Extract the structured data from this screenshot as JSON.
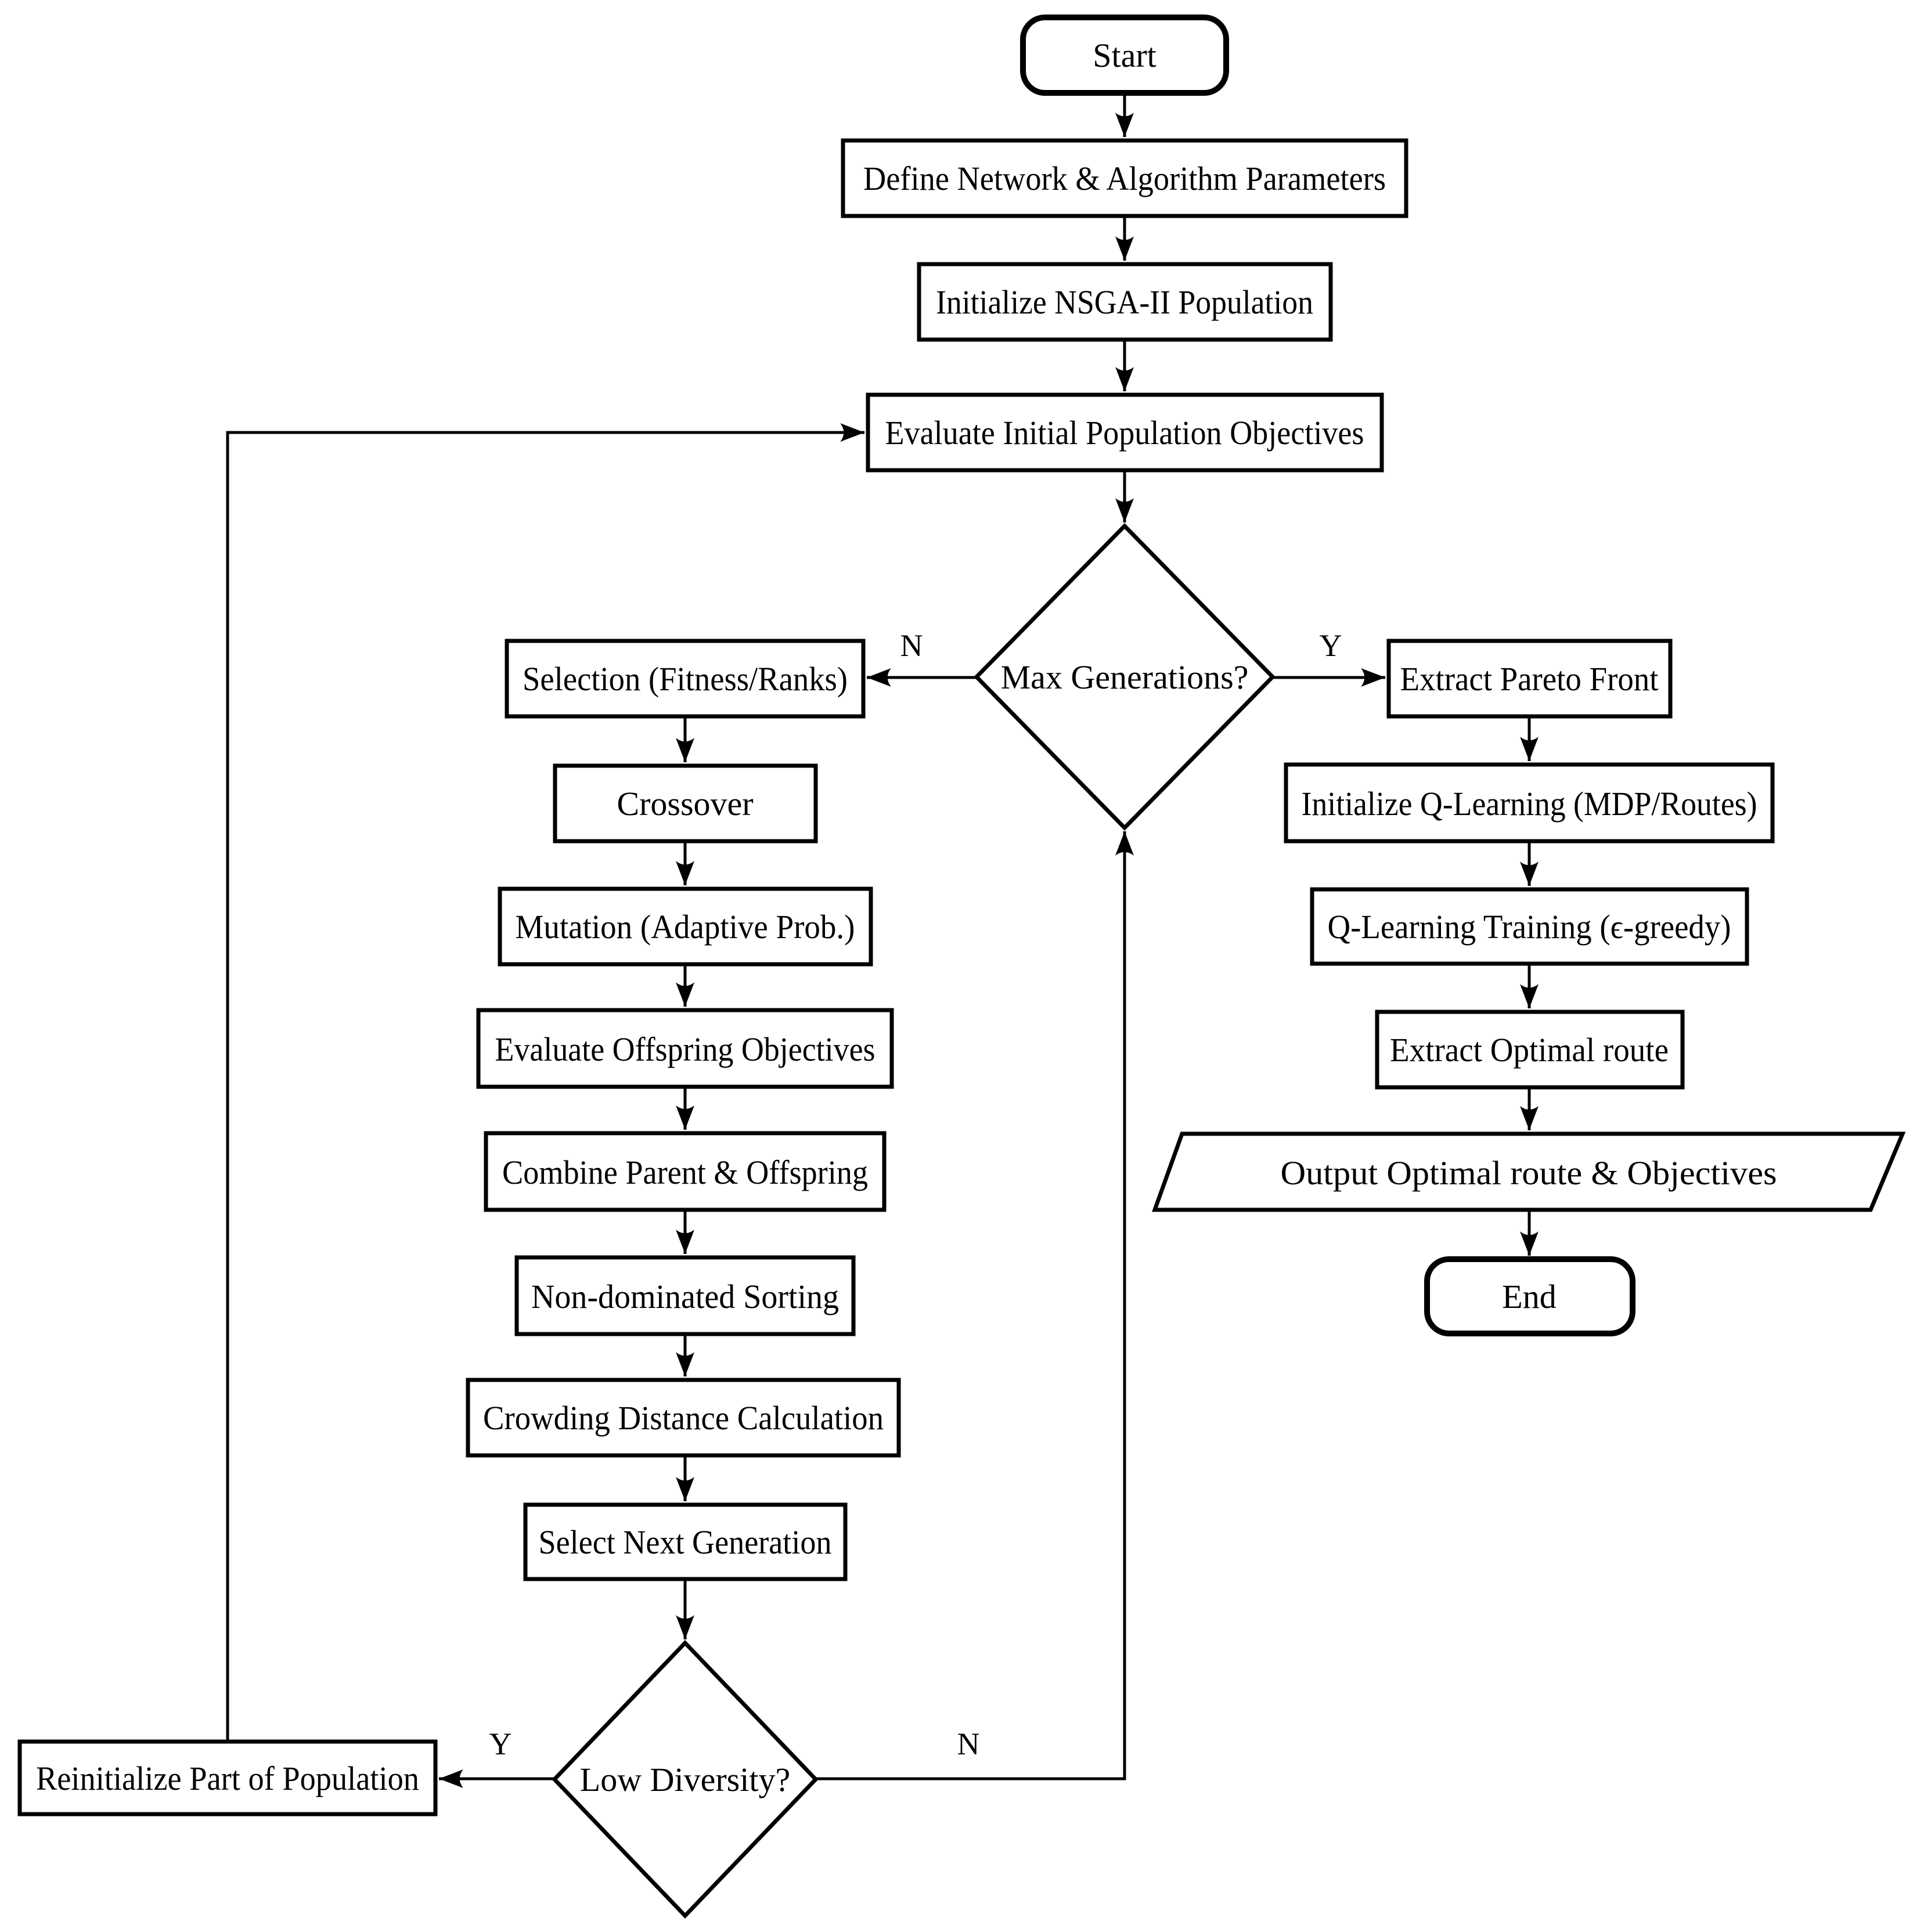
{
  "figure": {
    "type": "flowchart",
    "background_color": "#ffffff",
    "stroke_color": "#000000",
    "text_color": "#000000"
  },
  "nodes": {
    "start": {
      "label": "Start",
      "shape": "terminator"
    },
    "define_parameters": {
      "label": "Define Network & Algorithm Parameters",
      "shape": "process"
    },
    "initialize_population": {
      "label": "Initialize NSGA-II Population",
      "shape": "process"
    },
    "evaluate_initial": {
      "label": "Evaluate Initial Population Objectives",
      "shape": "process"
    },
    "max_generations": {
      "label": "Max Generations?",
      "shape": "decision"
    },
    "selection": {
      "label": "Selection (Fitness/Ranks)",
      "shape": "process"
    },
    "crossover": {
      "label": "Crossover",
      "shape": "process"
    },
    "mutation": {
      "label": "Mutation (Adaptive Prob.)",
      "shape": "process"
    },
    "evaluate_offspring": {
      "label": "Evaluate Offspring Objectives",
      "shape": "process"
    },
    "combine": {
      "label": "Combine Parent & Offspring",
      "shape": "process"
    },
    "non_dominated_sorting": {
      "label": "Non-dominated Sorting",
      "shape": "process"
    },
    "crowding_distance": {
      "label": "Crowding Distance Calculation",
      "shape": "process"
    },
    "select_next_generation": {
      "label": "Select Next Generation",
      "shape": "process"
    },
    "low_diversity": {
      "label": "Low Diversity?",
      "shape": "decision"
    },
    "reinitialize": {
      "label": "Reinitialize Part of Population",
      "shape": "process"
    },
    "extract_pareto": {
      "label": "Extract Pareto Front",
      "shape": "process"
    },
    "initialize_qlearning": {
      "label": "Initialize Q-Learning (MDP/Routes)",
      "shape": "process"
    },
    "qlearning_training": {
      "label": "Q-Learning Training (ϵ-greedy)",
      "shape": "process"
    },
    "extract_optimal_route": {
      "label": "Extract Optimal route",
      "shape": "process"
    },
    "output": {
      "label": "Output Optimal route & Objectives",
      "shape": "data-parallelogram"
    },
    "end": {
      "label": "End",
      "shape": "terminator"
    }
  },
  "branch_labels": {
    "max_generations_no": "N",
    "max_generations_yes": "Y",
    "low_diversity_yes": "Y",
    "low_diversity_no": "N"
  }
}
